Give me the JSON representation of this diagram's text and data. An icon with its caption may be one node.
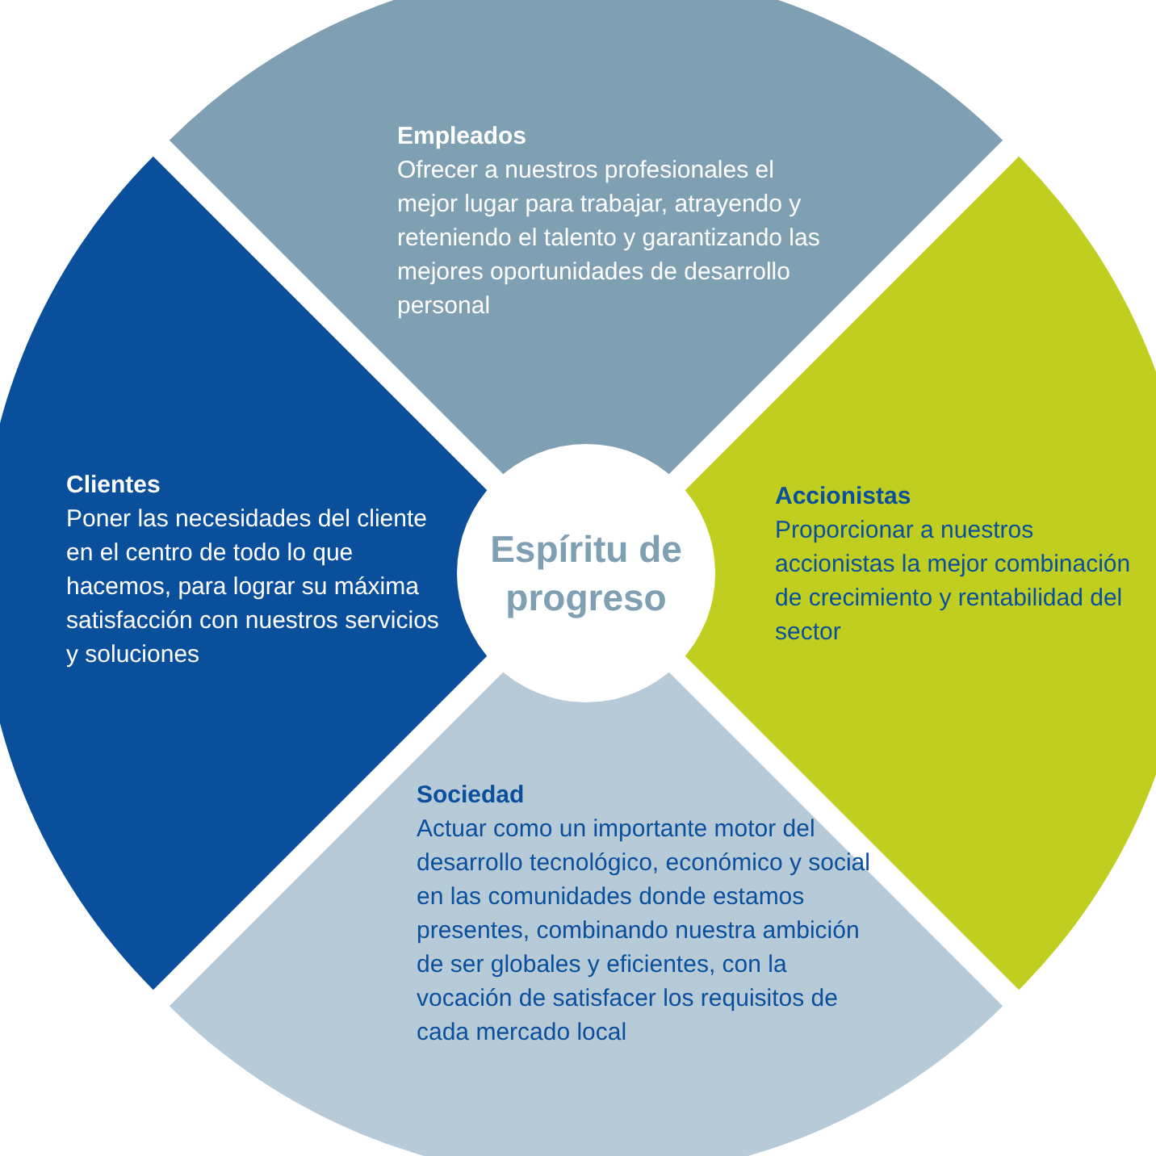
{
  "diagram": {
    "nodes": [
      {
        "text": [
          "Empleados",
          "Ofrecer a nuestros profesionales el mejor lugar para trabajar, atrayendo y reteniendo el talento y garantizando las mejores oportunidades de desarrollo personal"
        ]
      },
      {
        "text": [
          "Clientes",
          "Poner las necesidades del cliente en el centro de todo lo que hacemos, para lograr su máxima satisfacción con nuestros servicios y soluciones"
        ]
      },
      {
        "text": [
          "Espíritu de progreso"
        ]
      },
      {
        "text": [
          "Accionistas",
          "Proporcionar a nuestros accionistas la mejor combinación de crecimiento y rentabilidad del sector"
        ]
      },
      {
        "text": [
          "Sociedad",
          "Actuar como un importante motor del desarrollo tecnológico, económico y social en las comunidades donde estamos presentes, combinando nuestra ambición de ser globales y eficientes, con la vocación de satisfacer los requisitos de cada mercado local"
        ]
      }
    ]
  }
}
